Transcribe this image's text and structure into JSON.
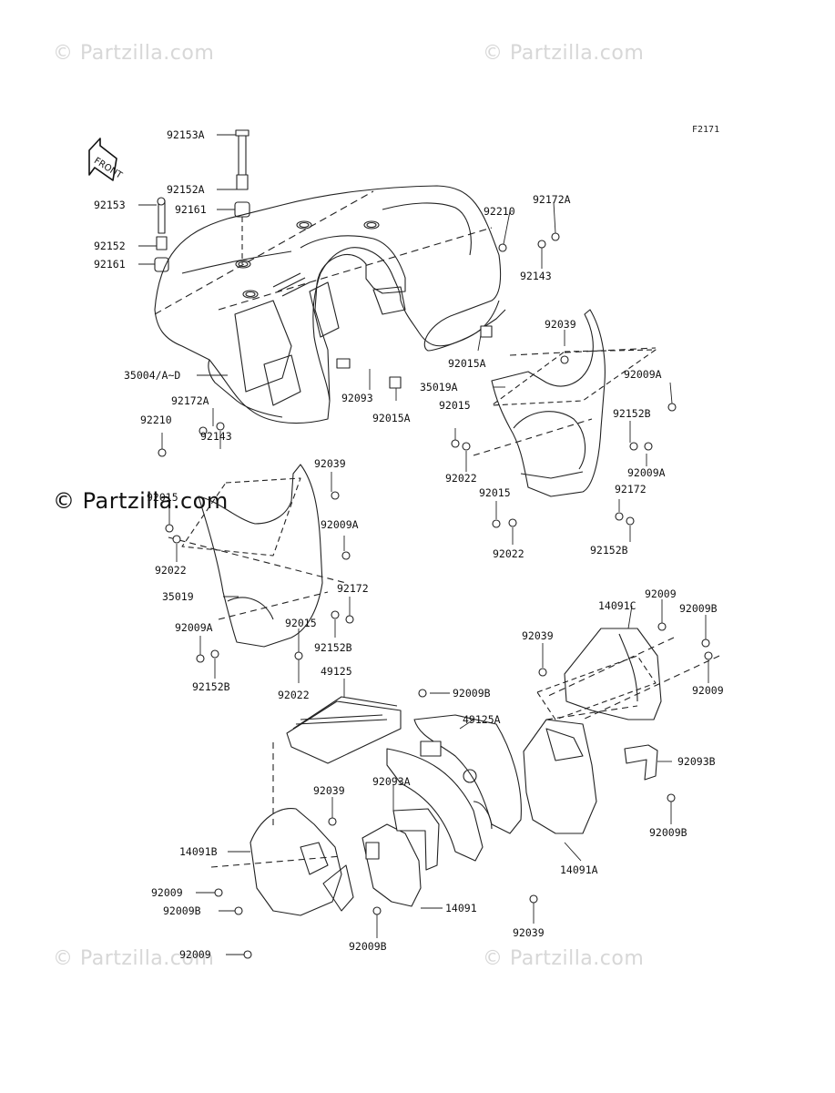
{
  "watermarks": {
    "top_left": "© Partzilla.com",
    "top_right": "© Partzilla.com",
    "mid_left": "© Partzilla.com",
    "bottom_left": "© Partzilla.com",
    "bottom_right": "© Partzilla.com"
  },
  "figure_code": "F2171",
  "front_arrow_label": "FRONT",
  "callouts": [
    "92153A",
    "92152A",
    "92153",
    "92161",
    "92152",
    "92161",
    "35004/A~D",
    "92172A",
    "92210",
    "92143",
    "92093",
    "92015A",
    "92210",
    "92172A",
    "92143",
    "92039",
    "92015A",
    "35019A",
    "92009A",
    "92015",
    "92152B",
    "92022",
    "92009A",
    "92015",
    "92172",
    "92022",
    "92152B",
    "92015",
    "92039",
    "92009A",
    "92022",
    "35019",
    "92172",
    "92009A",
    "92015",
    "92152B",
    "92152B",
    "92022",
    "49125",
    "92039",
    "92009B",
    "49125A",
    "14091C",
    "92009",
    "92009B",
    "92009",
    "92093B",
    "92039",
    "92093A",
    "14091B",
    "92009",
    "92009B",
    "92009",
    "92009B",
    "14091",
    "92039",
    "14091A",
    "92009B"
  ]
}
